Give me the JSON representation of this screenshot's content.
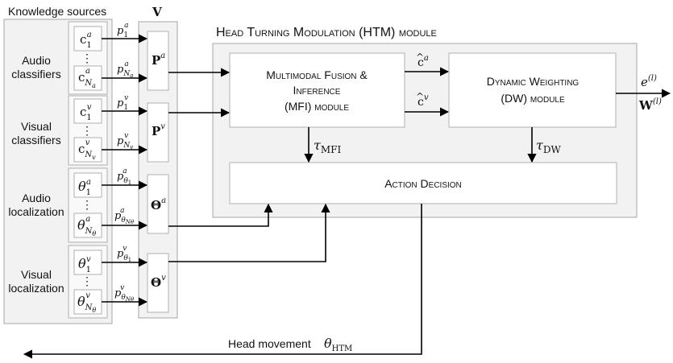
{
  "knowledge_sources": {
    "title": "Knowledge sources",
    "groups": [
      {
        "label_l1": "Audio",
        "label_l2": "classifiers",
        "first": "c",
        "first_sub": "1",
        "first_sup": "a",
        "last": "c",
        "last_sub": "N",
        "last_subsub": "a",
        "last_sup": "a",
        "dots": "⋮"
      },
      {
        "label_l1": "Visual",
        "label_l2": "classifiers",
        "first": "c",
        "first_sub": "1",
        "first_sup": "v",
        "last": "c",
        "last_sub": "N",
        "last_subsub": "v",
        "last_sup": "v",
        "dots": "⋮"
      },
      {
        "label_l1": "Audio",
        "label_l2": "localization",
        "first": "θ",
        "first_sub": "1",
        "first_sup": "a",
        "last": "θ",
        "last_sub": "N",
        "last_subsub": "θ",
        "last_sup": "a",
        "dots": "⋮"
      },
      {
        "label_l1": "Visual",
        "label_l2": "localization",
        "first": "θ",
        "first_sub": "1",
        "first_sup": "v",
        "last": "θ",
        "last_sub": "N",
        "last_subsub": "θ",
        "last_sup": "v",
        "dots": "⋮"
      }
    ]
  },
  "edges": [
    {
      "p": "p",
      "sub": "1",
      "sup": "a"
    },
    {
      "p": "p",
      "sub": "N",
      "subsub": "a",
      "sup": "a"
    },
    {
      "p": "p",
      "sub": "1",
      "sup": "v"
    },
    {
      "p": "p",
      "sub": "N",
      "subsub": "v",
      "sup": "v"
    },
    {
      "p": "p",
      "sub": "θ",
      "subsub": "1",
      "sup": "a"
    },
    {
      "p": "p",
      "sub": "θ",
      "subsub": "Nθ",
      "sup": "a"
    },
    {
      "p": "p",
      "sub": "θ",
      "subsub": "1",
      "sup": "v"
    },
    {
      "p": "p",
      "sub": "θ",
      "subsub": "Nθ",
      "sup": "v"
    }
  ],
  "v_column": {
    "title": "V",
    "blocks": [
      {
        "base": "P",
        "sup": "a"
      },
      {
        "base": "P",
        "sup": "v"
      },
      {
        "base": "Θ",
        "sup": "a"
      },
      {
        "base": "Θ",
        "sup": "v"
      }
    ]
  },
  "htm": {
    "title": "Head Turning Modulation (HTM) module",
    "mfi_l1": "Multimodal Fusion &",
    "mfi_l2": "Inference",
    "mfi_l3": "(MFI) module",
    "dw_l1": "Dynamic Weighting",
    "dw_l2": "(DW) module",
    "action": "Action Decision",
    "c_hat": "c",
    "c_hat_mark": "^",
    "c_hat_sup_a": "a",
    "c_hat_sup_v": "v",
    "tau": "τ",
    "tau_mfi_sub": "MFI",
    "tau_dw_sub": "DW"
  },
  "outputs": {
    "e": "e",
    "e_sup": "(l)",
    "w": "W",
    "w_sup": "(l)"
  },
  "head_movement": {
    "label": "Head movement",
    "theta": "θ",
    "theta_sub": "HTM"
  }
}
